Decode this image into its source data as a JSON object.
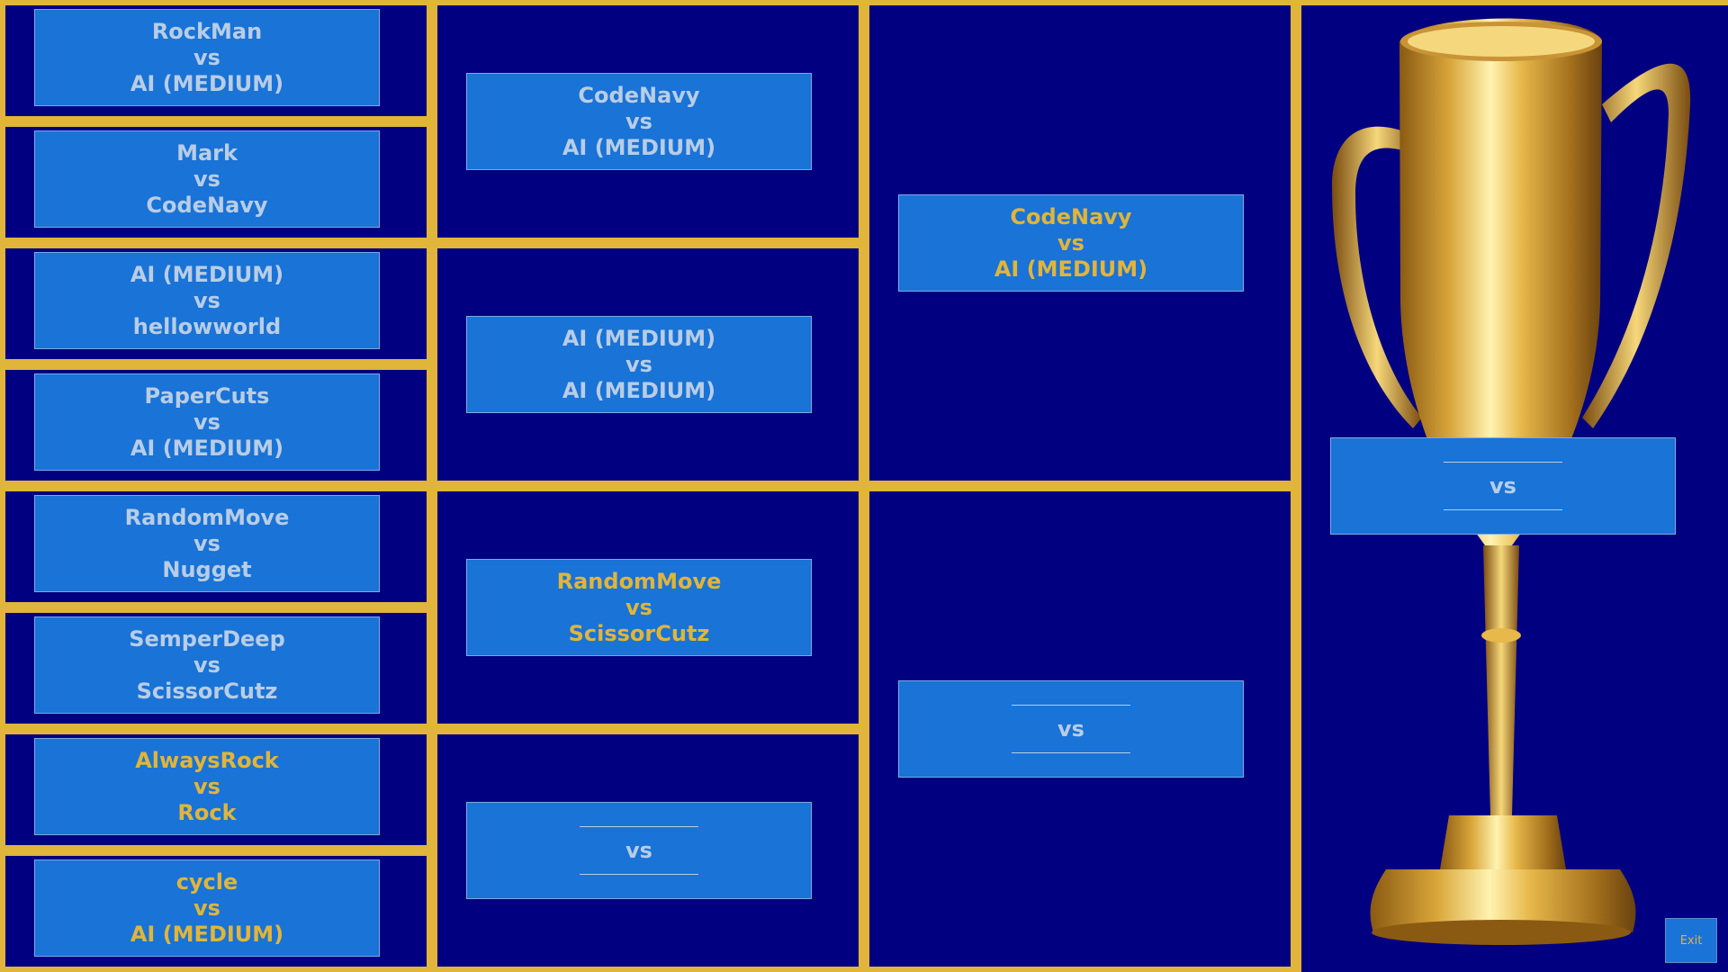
{
  "round1": [
    {
      "p1": "RockMan",
      "vs": "vs",
      "p2": "AI (MEDIUM)",
      "active": false
    },
    {
      "p1": "Mark",
      "vs": "vs",
      "p2": "CodeNavy",
      "active": false
    },
    {
      "p1": "AI (MEDIUM)",
      "vs": "vs",
      "p2": "hellowworld",
      "active": false
    },
    {
      "p1": "PaperCuts",
      "vs": "vs",
      "p2": "AI (MEDIUM)",
      "active": false
    },
    {
      "p1": "RandomMove",
      "vs": "vs",
      "p2": "Nugget",
      "active": false
    },
    {
      "p1": "SemperDeep",
      "vs": "vs",
      "p2": "ScissorCutz",
      "active": false
    },
    {
      "p1": "AlwaysRock",
      "vs": "vs",
      "p2": "Rock",
      "active": true
    },
    {
      "p1": "cycle",
      "vs": "vs",
      "p2": "AI (MEDIUM)",
      "active": true
    }
  ],
  "round2": [
    {
      "p1": "CodeNavy",
      "vs": "vs",
      "p2": "AI (MEDIUM)",
      "active": false
    },
    {
      "p1": "AI (MEDIUM)",
      "vs": "vs",
      "p2": "AI (MEDIUM)",
      "active": false
    },
    {
      "p1": "RandomMove",
      "vs": "vs",
      "p2": "ScissorCutz",
      "active": true
    },
    {
      "p1": "",
      "vs": "vs",
      "p2": "",
      "active": false
    }
  ],
  "round3": [
    {
      "p1": "CodeNavy",
      "vs": "vs",
      "p2": "AI (MEDIUM)",
      "active": true
    },
    {
      "p1": "",
      "vs": "vs",
      "p2": "",
      "active": false
    }
  ],
  "final": {
    "p1": "",
    "vs": "vs",
    "p2": "",
    "active": false
  },
  "exit_label": "Exit",
  "colors": {
    "background": "#000080",
    "frame": "#e0b53a",
    "match_box": "#1a73d6",
    "text": "#b8cde6",
    "highlight": "#e0b53a"
  }
}
